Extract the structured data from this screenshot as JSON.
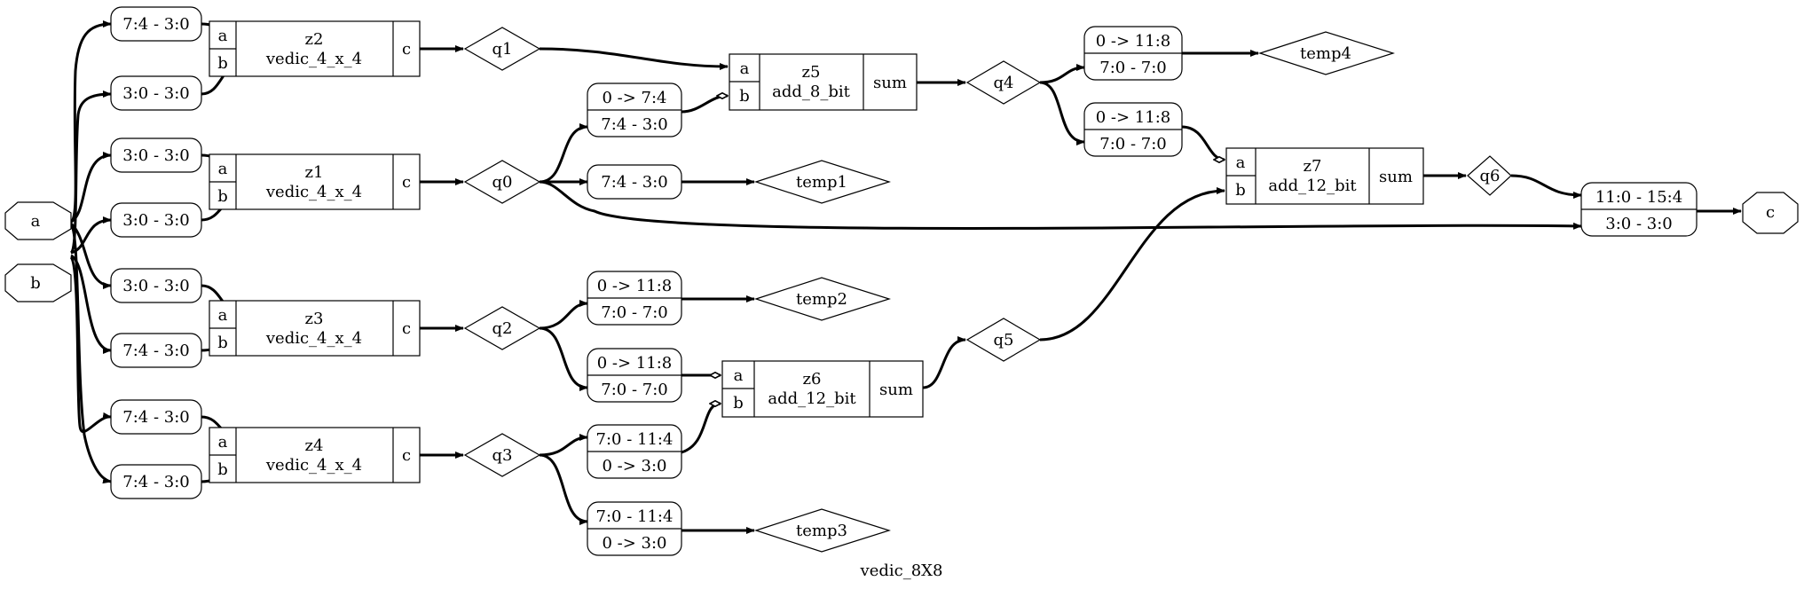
{
  "title": "vedic_8X8",
  "ports": {
    "input_a": "a",
    "input_b": "b",
    "output_c": "c"
  },
  "slices": {
    "s_a_74_top": "7:4 - 3:0",
    "s_b_30_top": "3:0 - 3:0",
    "s_a_30_z1": "3:0 - 3:0",
    "s_b_30_z1": "3:0 - 3:0",
    "s_a_30_z3": "3:0 - 3:0",
    "s_b_74_z3": "7:4 - 3:0",
    "s_a_74_z4": "7:4 - 3:0",
    "s_b_74_z4": "7:4 - 3:0",
    "s_q0_74": "7:4 - 3:0"
  },
  "concats": {
    "c_q0_z5_top": "0 -> 7:4",
    "c_q0_z5_bottom": "7:4 - 3:0",
    "c_q2_t2_top": "0 -> 11:8",
    "c_q2_t2_bottom": "7:0 - 7:0",
    "c_q2_z6_top": "0 -> 11:8",
    "c_q2_z6_bottom": "7:0 - 7:0",
    "c_q3_z6_top": "7:0 - 11:4",
    "c_q3_z6_bottom": "0 -> 3:0",
    "c_q3_t3_top": "7:0 - 11:4",
    "c_q3_t3_bottom": "0 -> 3:0",
    "c_q4_t4_top": "0 -> 11:8",
    "c_q4_t4_bottom": "7:0 - 7:0",
    "c_q4_z7_top": "0 -> 11:8",
    "c_q4_z7_bottom": "7:0 - 7:0",
    "c_out_top": "11:0 - 15:4",
    "c_out_bottom": "3:0 - 3:0"
  },
  "cells": {
    "z2": {
      "name": "z2",
      "type": "vedic_4_x_4",
      "pin_a": "a",
      "pin_b": "b",
      "pin_out": "c"
    },
    "z1": {
      "name": "z1",
      "type": "vedic_4_x_4",
      "pin_a": "a",
      "pin_b": "b",
      "pin_out": "c"
    },
    "z3": {
      "name": "z3",
      "type": "vedic_4_x_4",
      "pin_a": "a",
      "pin_b": "b",
      "pin_out": "c"
    },
    "z4": {
      "name": "z4",
      "type": "vedic_4_x_4",
      "pin_a": "a",
      "pin_b": "b",
      "pin_out": "c"
    },
    "z5": {
      "name": "z5",
      "type": "add_8_bit",
      "pin_a": "a",
      "pin_b": "b",
      "pin_out": "sum"
    },
    "z6": {
      "name": "z6",
      "type": "add_12_bit",
      "pin_a": "a",
      "pin_b": "b",
      "pin_out": "sum"
    },
    "z7": {
      "name": "z7",
      "type": "add_12_bit",
      "pin_a": "a",
      "pin_b": "b",
      "pin_out": "sum"
    }
  },
  "wires": {
    "q0": "q0",
    "q1": "q1",
    "q2": "q2",
    "q3": "q3",
    "q4": "q4",
    "q5": "q5",
    "q6": "q6",
    "temp1": "temp1",
    "temp2": "temp2",
    "temp3": "temp3",
    "temp4": "temp4"
  }
}
